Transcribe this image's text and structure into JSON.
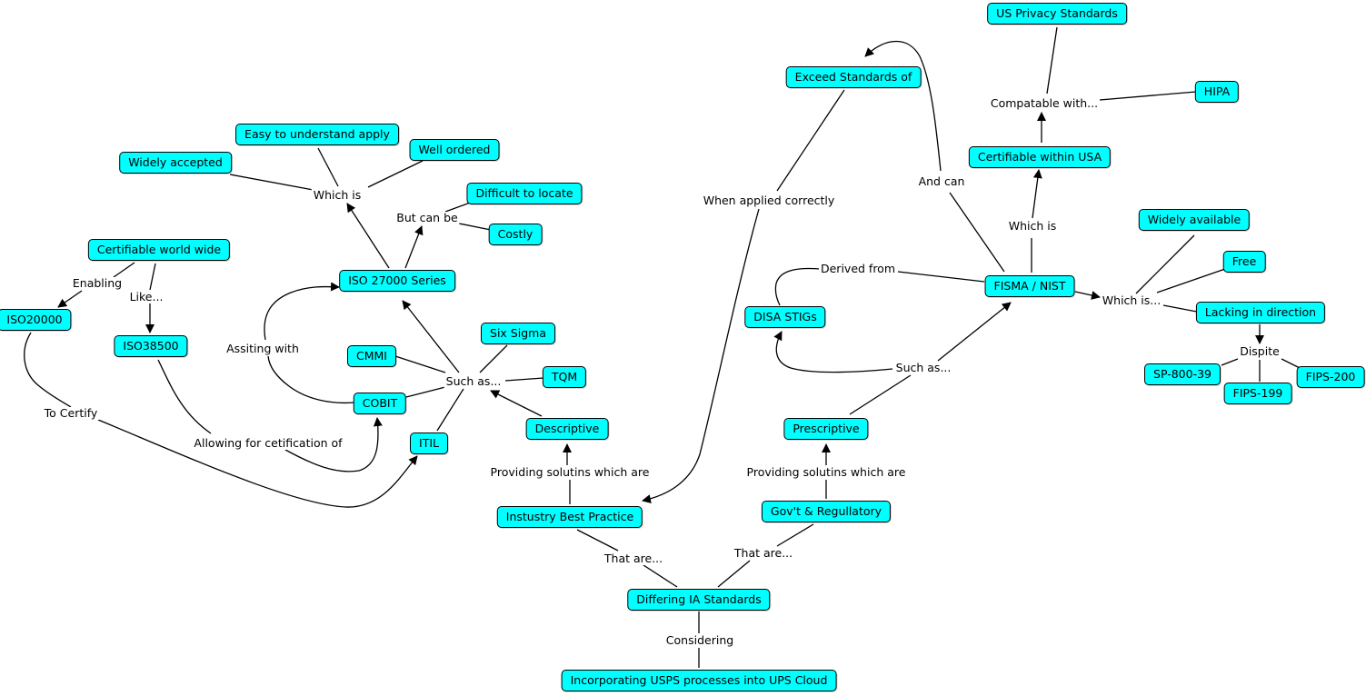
{
  "nodes": {
    "incorporating": "Incorporating USPS processes into UPS Cloud",
    "differing": "Differing IA Standards",
    "industry": "Instustry Best Practice",
    "govt": "Gov't & Regullatory",
    "descriptive": "Descriptive",
    "prescriptive": "Prescriptive",
    "iso27000": "ISO 27000 Series",
    "widely_accepted": "Widely accepted",
    "easy": "Easy to understand apply",
    "well_ordered": "Well ordered",
    "difficult": "Difficult to locate",
    "costly": "Costly",
    "certifiable_ww": "Certifiable world wide",
    "iso20000": "ISO20000",
    "iso38500": "ISO38500",
    "cmmi": "CMMI",
    "six_sigma": "Six Sigma",
    "tqm": "TQM",
    "cobit": "COBIT",
    "itil": "ITIL",
    "exceed": "Exceed Standards of",
    "us_privacy": "US Privacy Standards",
    "hipa": "HIPA",
    "certifiable_usa": "Certifiable within USA",
    "fisma": "FISMA / NIST",
    "disa": "DISA STIGs",
    "widely_available": "Widely available",
    "free": "Free",
    "lacking": "Lacking in direction",
    "sp80039": "SP-800-39",
    "fips199": "FIPS-199",
    "fips200": "FIPS-200"
  },
  "links": {
    "considering": "Considering",
    "that_are_left": "That are...",
    "that_are_right": "That are...",
    "providing_left": "Providing solutins which are",
    "providing_right": "Providing solutins which are",
    "such_as_left": "Such as...",
    "such_as_right": "Such as...",
    "which_is_iso": "Which is",
    "but_can_be": "But can be",
    "enabling": "Enabling",
    "like": "Like...",
    "to_certify": "To Certify",
    "allowing": "Allowing for cetification of",
    "assiting": "Assiting with",
    "when_applied": "When applied correctly",
    "and_can": "And can",
    "which_is_fisma": "Which is",
    "compatable": "Compatable with...",
    "derived_from": "Derived from",
    "which_is_dots": "Which is...",
    "dispite": "Dispite"
  },
  "colors": {
    "node_fill": "#00ffff",
    "node_border": "#000000",
    "line": "#000000"
  }
}
